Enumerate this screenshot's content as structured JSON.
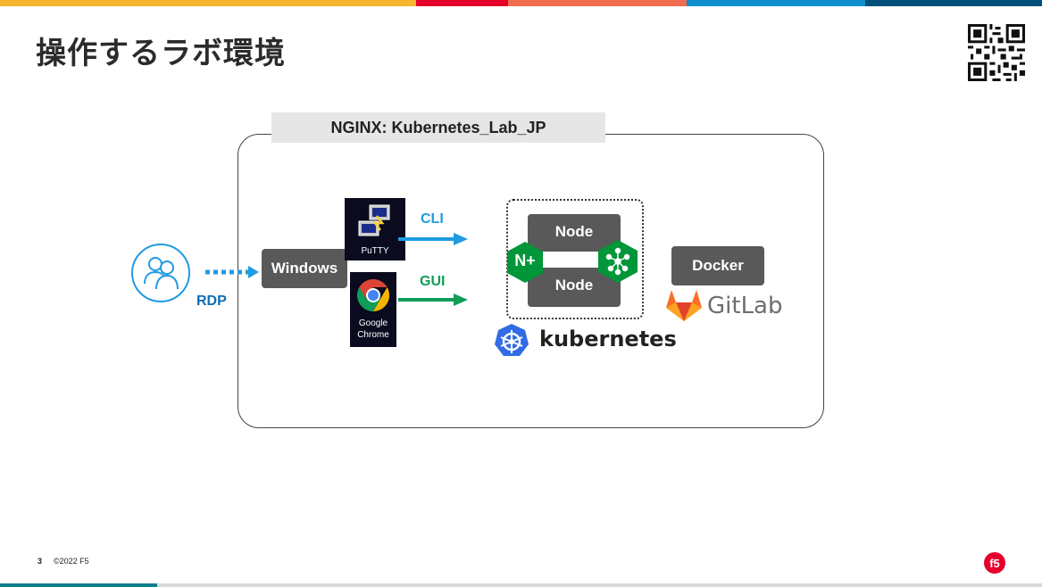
{
  "slide": {
    "title": "操作するラボ環境",
    "page_number": "3",
    "copyright": "©2022 F5"
  },
  "colors": {
    "bar": [
      "#f5b52f",
      "#e4002b",
      "#f26c4f",
      "#0e8fce",
      "#00507a"
    ],
    "arrow_cli": "#1f9be0",
    "arrow_gui": "#0f9d58",
    "rdp": "#0c6fb5",
    "box": "#595959"
  },
  "diagram": {
    "frame_label": "NGINX: Kubernetes_Lab_JP",
    "windows_label": "Windows",
    "rdp_label": "RDP",
    "putty_label": "PuTTY",
    "chrome_label_1": "Google",
    "chrome_label_2": "Chrome",
    "cli_label": "CLI",
    "gui_label": "GUI",
    "node_top": "Node",
    "node_bottom": "Node",
    "nginx_label": "N+",
    "kubernetes_label": "kubernetes",
    "docker_label": "Docker",
    "gitlab_label": "GitLab"
  }
}
